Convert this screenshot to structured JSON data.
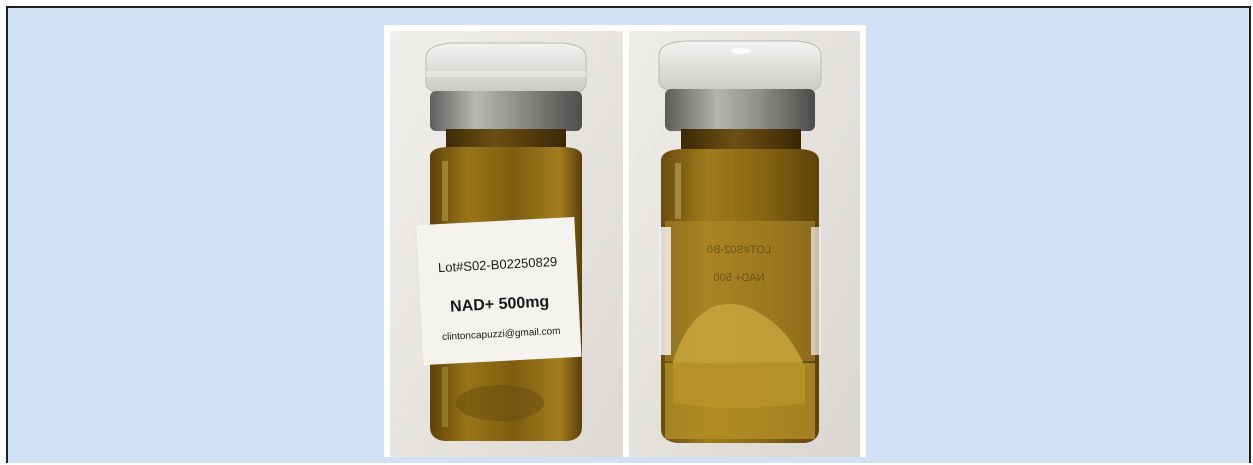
{
  "photos": {
    "front": {
      "label_line_1": "Lot#S02-B02250829",
      "label_line_2": "NAD+ 500mg",
      "label_line_3": "clintoncapuzzi@gmail.com"
    },
    "back": {
      "show_through_text_1": "LOT#S02-B0",
      "show_through_text_2": "NAD+ 500"
    }
  },
  "colors": {
    "frame_background": "#cfe1f2",
    "frame_border": "#1f1f1f",
    "photo_background": "#ece9e4",
    "amber_glass": "#8a6a16",
    "cap_plastic": "#d9d9d6",
    "crimp_metal": "#8c8c8a",
    "label_paper": "#f4f3f0"
  }
}
